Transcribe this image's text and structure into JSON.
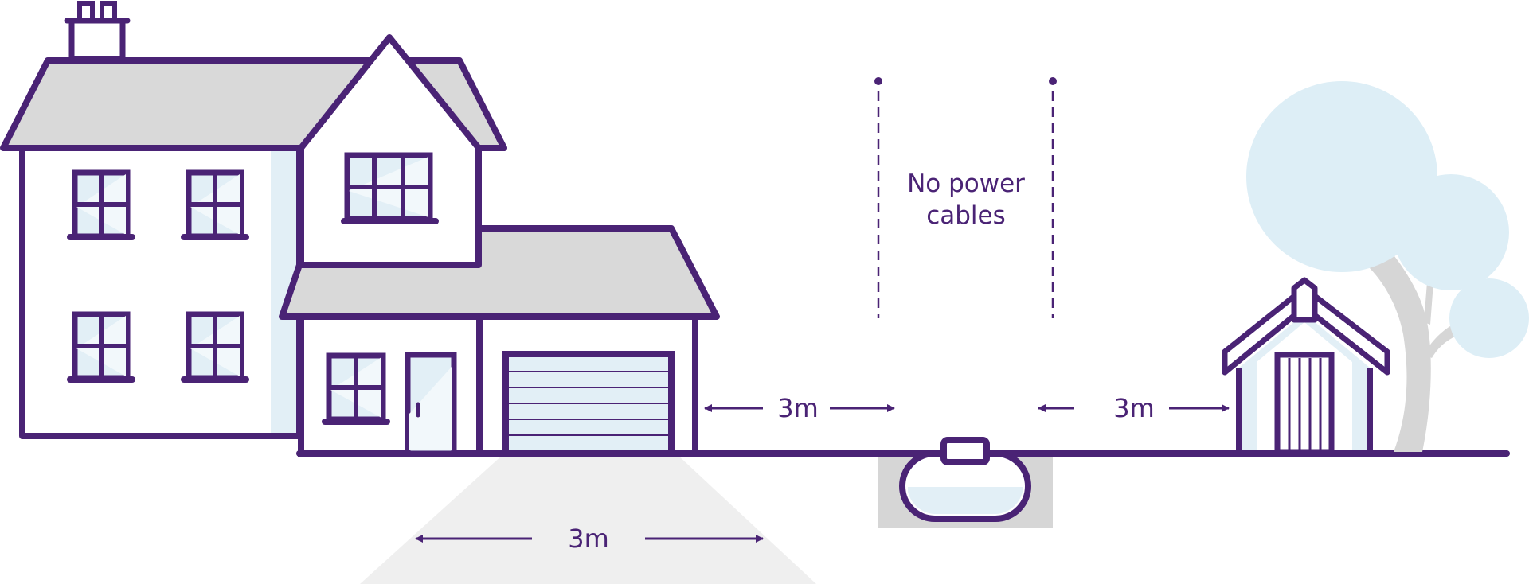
{
  "labels": {
    "house_to_tank": "3m",
    "tank_to_shed": "3m",
    "driveway": "3m",
    "no_cables_line1": "No power",
    "no_cables_line2": "cables"
  },
  "colors": {
    "outline": "#4a2375",
    "roof": "#d9d9d9",
    "glass": "#e2eff6",
    "glass_light": "#f2f8fb",
    "tree": "#ddeef6",
    "trunk": "#d6d6d6",
    "ground_box": "#d6d6d6",
    "driveway": "#efefef"
  },
  "icons": {
    "house": "house-icon",
    "garage": "garage-icon",
    "tank": "lpg-tank-icon",
    "shed": "shed-icon",
    "tree": "tree-icon"
  }
}
